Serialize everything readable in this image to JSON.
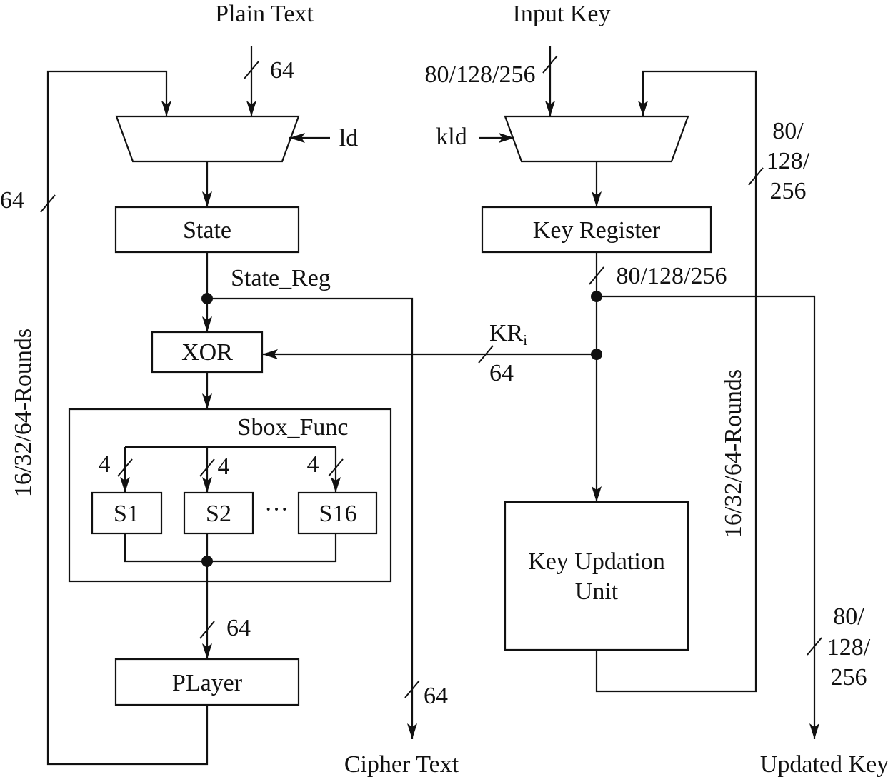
{
  "diagram": {
    "inputs": {
      "plain_text": "Plain Text",
      "input_key": "Input Key"
    },
    "outputs": {
      "cipher_text": "Cipher Text",
      "updated_key": "Updated Key"
    },
    "control": {
      "ld": "ld",
      "kld": "kld"
    },
    "blocks": {
      "state": "State",
      "key_register": "Key Register",
      "xor": "XOR",
      "sbox_func": "Sbox_Func",
      "sboxes": [
        "S1",
        "S2",
        "S16"
      ],
      "sbox_ellipsis": "···",
      "player": "PLayer",
      "key_updation_unit": [
        "Key Updation",
        "Unit"
      ]
    },
    "signals": {
      "state_reg": "State_Reg",
      "round_key": "KR",
      "round_key_subscript": "i"
    },
    "bus_widths": {
      "plain_text_in": "64",
      "input_key_in": "80/128/256",
      "state_feedback": "64",
      "key_feedback": [
        "80/",
        "128/",
        "256"
      ],
      "key_register_out": "80/128/256",
      "round_key": "64",
      "sbox_inputs": [
        "4",
        "4",
        "4"
      ],
      "sbox_layer_out": "64",
      "cipher_text_out": "64",
      "updated_key_out": [
        "80/",
        "128/",
        "256"
      ]
    },
    "round_labels": {
      "data_path": "16/32/64-Rounds",
      "key_path": "16/32/64-Rounds"
    }
  }
}
